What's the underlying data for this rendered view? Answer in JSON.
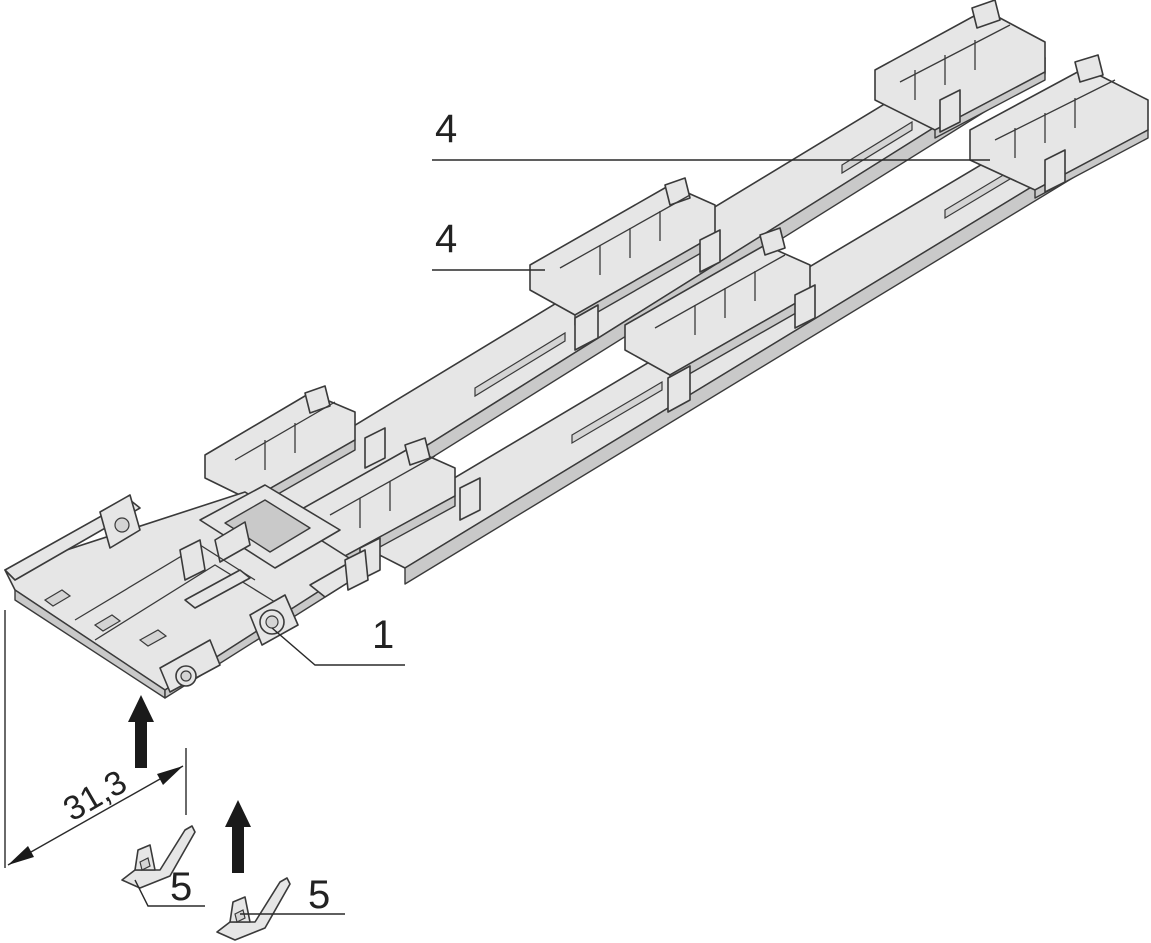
{
  "callouts": {
    "upper_rail": "4",
    "lower_rail": "4",
    "base_plate": "1",
    "clip_left": "5",
    "clip_right": "5"
  },
  "dimension": {
    "value": "31,3"
  },
  "colors": {
    "part_fill": "#e6e6e6",
    "part_shade": "#c9c9c9",
    "outline": "#3a3a3a",
    "arrow": "#1a1a1a"
  }
}
